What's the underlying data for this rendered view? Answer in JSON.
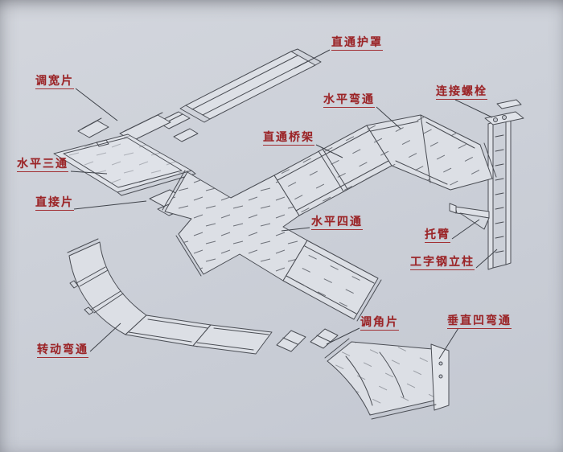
{
  "diagram": {
    "labels": [
      {
        "id": "straight-cover",
        "text": "直通护罩"
      },
      {
        "id": "width-piece",
        "text": "调宽片"
      },
      {
        "id": "horizontal-bend",
        "text": "水平弯通"
      },
      {
        "id": "connecting-bolt",
        "text": "连接螺栓"
      },
      {
        "id": "straight-tray",
        "text": "直通桥架"
      },
      {
        "id": "horizontal-tee",
        "text": "水平三通"
      },
      {
        "id": "direct-piece",
        "text": "直接片"
      },
      {
        "id": "horizontal-cross",
        "text": "水平四通"
      },
      {
        "id": "support-arm",
        "text": "托臂"
      },
      {
        "id": "i-beam-column",
        "text": "工字钢立柱"
      },
      {
        "id": "angle-piece",
        "text": "调角片"
      },
      {
        "id": "vertical-bend",
        "text": "垂直凹弯通"
      },
      {
        "id": "rotating-bend",
        "text": "转动弯通"
      }
    ],
    "colors": {
      "label_text": "#9b2427",
      "label_underline": "#a23034",
      "line_art": "#4a4d54",
      "paper_background": "#cdd1d9"
    }
  }
}
